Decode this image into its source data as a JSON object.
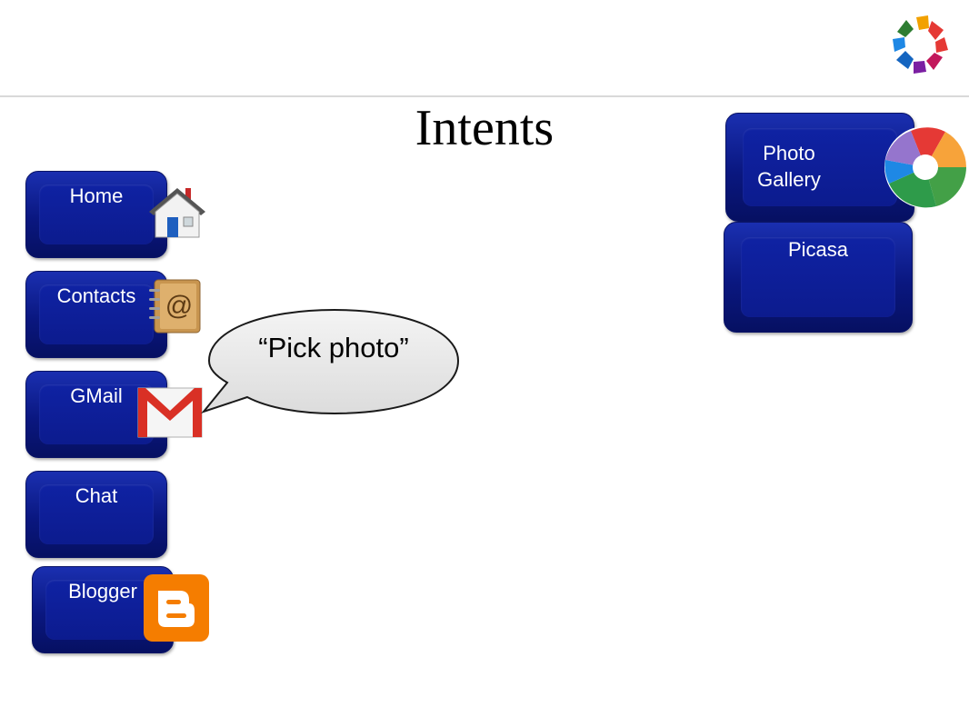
{
  "slide": {
    "title": "Intents"
  },
  "apps": [
    {
      "id": "home",
      "label": "Home",
      "icon": "home-icon"
    },
    {
      "id": "contacts",
      "label": "Contacts",
      "icon": "address-book-icon"
    },
    {
      "id": "gmail",
      "label": "GMail",
      "icon": "gmail-icon"
    },
    {
      "id": "chat",
      "label": "Chat"
    },
    {
      "id": "blogger",
      "label": "Blogger",
      "icon": "blogger-icon"
    }
  ],
  "targets": [
    {
      "id": "photo-gallery",
      "label_line1": "Photo",
      "label_line2": "Gallery",
      "icon": "picasa-icon"
    },
    {
      "id": "picasa",
      "label": "Picasa"
    }
  ],
  "callout": {
    "text": "“Pick photo”"
  },
  "colors": {
    "tile": "#0c1b8e",
    "tile_dark": "#061062",
    "blogger": "#f57d00",
    "gmail_red": "#d93025"
  }
}
